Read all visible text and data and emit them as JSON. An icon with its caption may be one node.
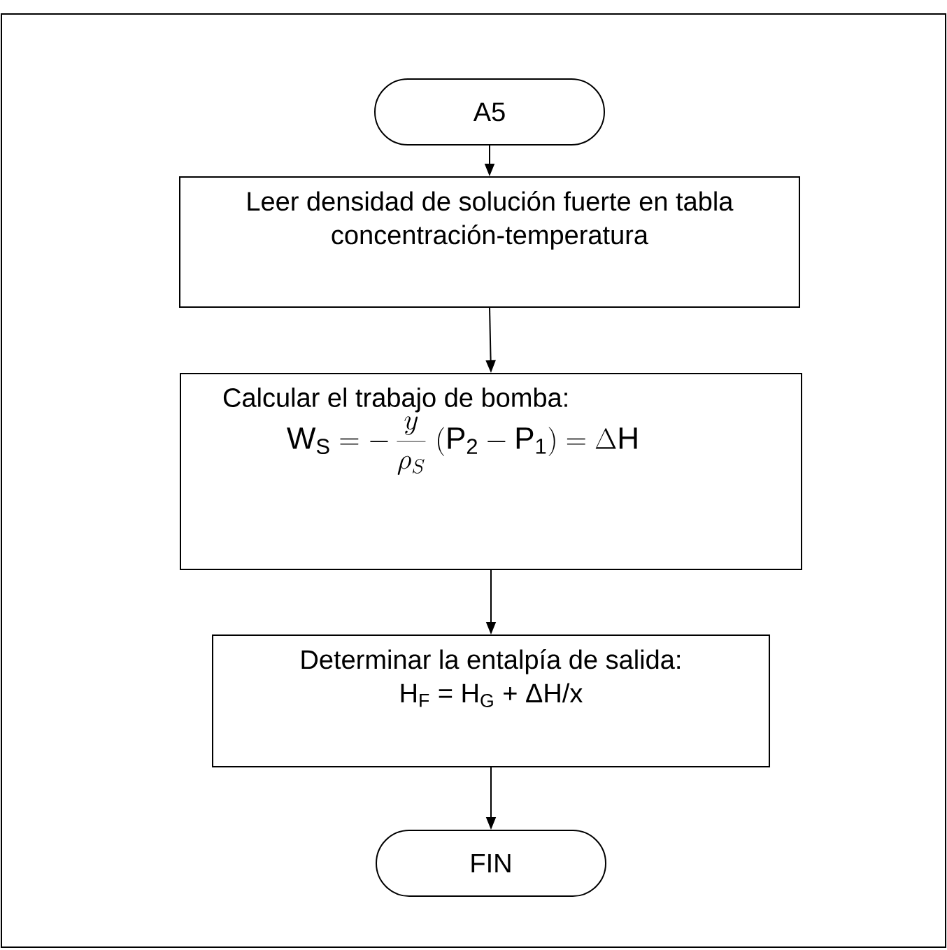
{
  "diagram": {
    "nodes": [
      {
        "text": [
          "A5"
        ]
      },
      {
        "text": [
          "Leer densidad de solución fuerte en tabla concentración-temperatura"
        ]
      },
      {
        "text": [
          "Calcular el trabajo de bomba:",
          "\\mathrm{W_S} = -\\,\\frac{y}{\\rho_S}\\;(\\mathrm{P_2} - \\mathrm{P_1}) = \\Delta \\mathrm{H}"
        ]
      },
      {
        "text": [
          "Determinar la entalpía de salida:",
          "H$_{F}$ = H$_{G}$ + ΔH/x"
        ]
      },
      {
        "text": [
          "FIN"
        ]
      }
    ],
    "edges": [
      {
        "from": 0,
        "to": 1,
        "arrow": "to"
      },
      {
        "from": 1,
        "to": 2,
        "arrow": "to"
      },
      {
        "from": 2,
        "to": 3,
        "arrow": "to"
      },
      {
        "from": 3,
        "to": 4,
        "arrow": "to"
      }
    ]
  }
}
